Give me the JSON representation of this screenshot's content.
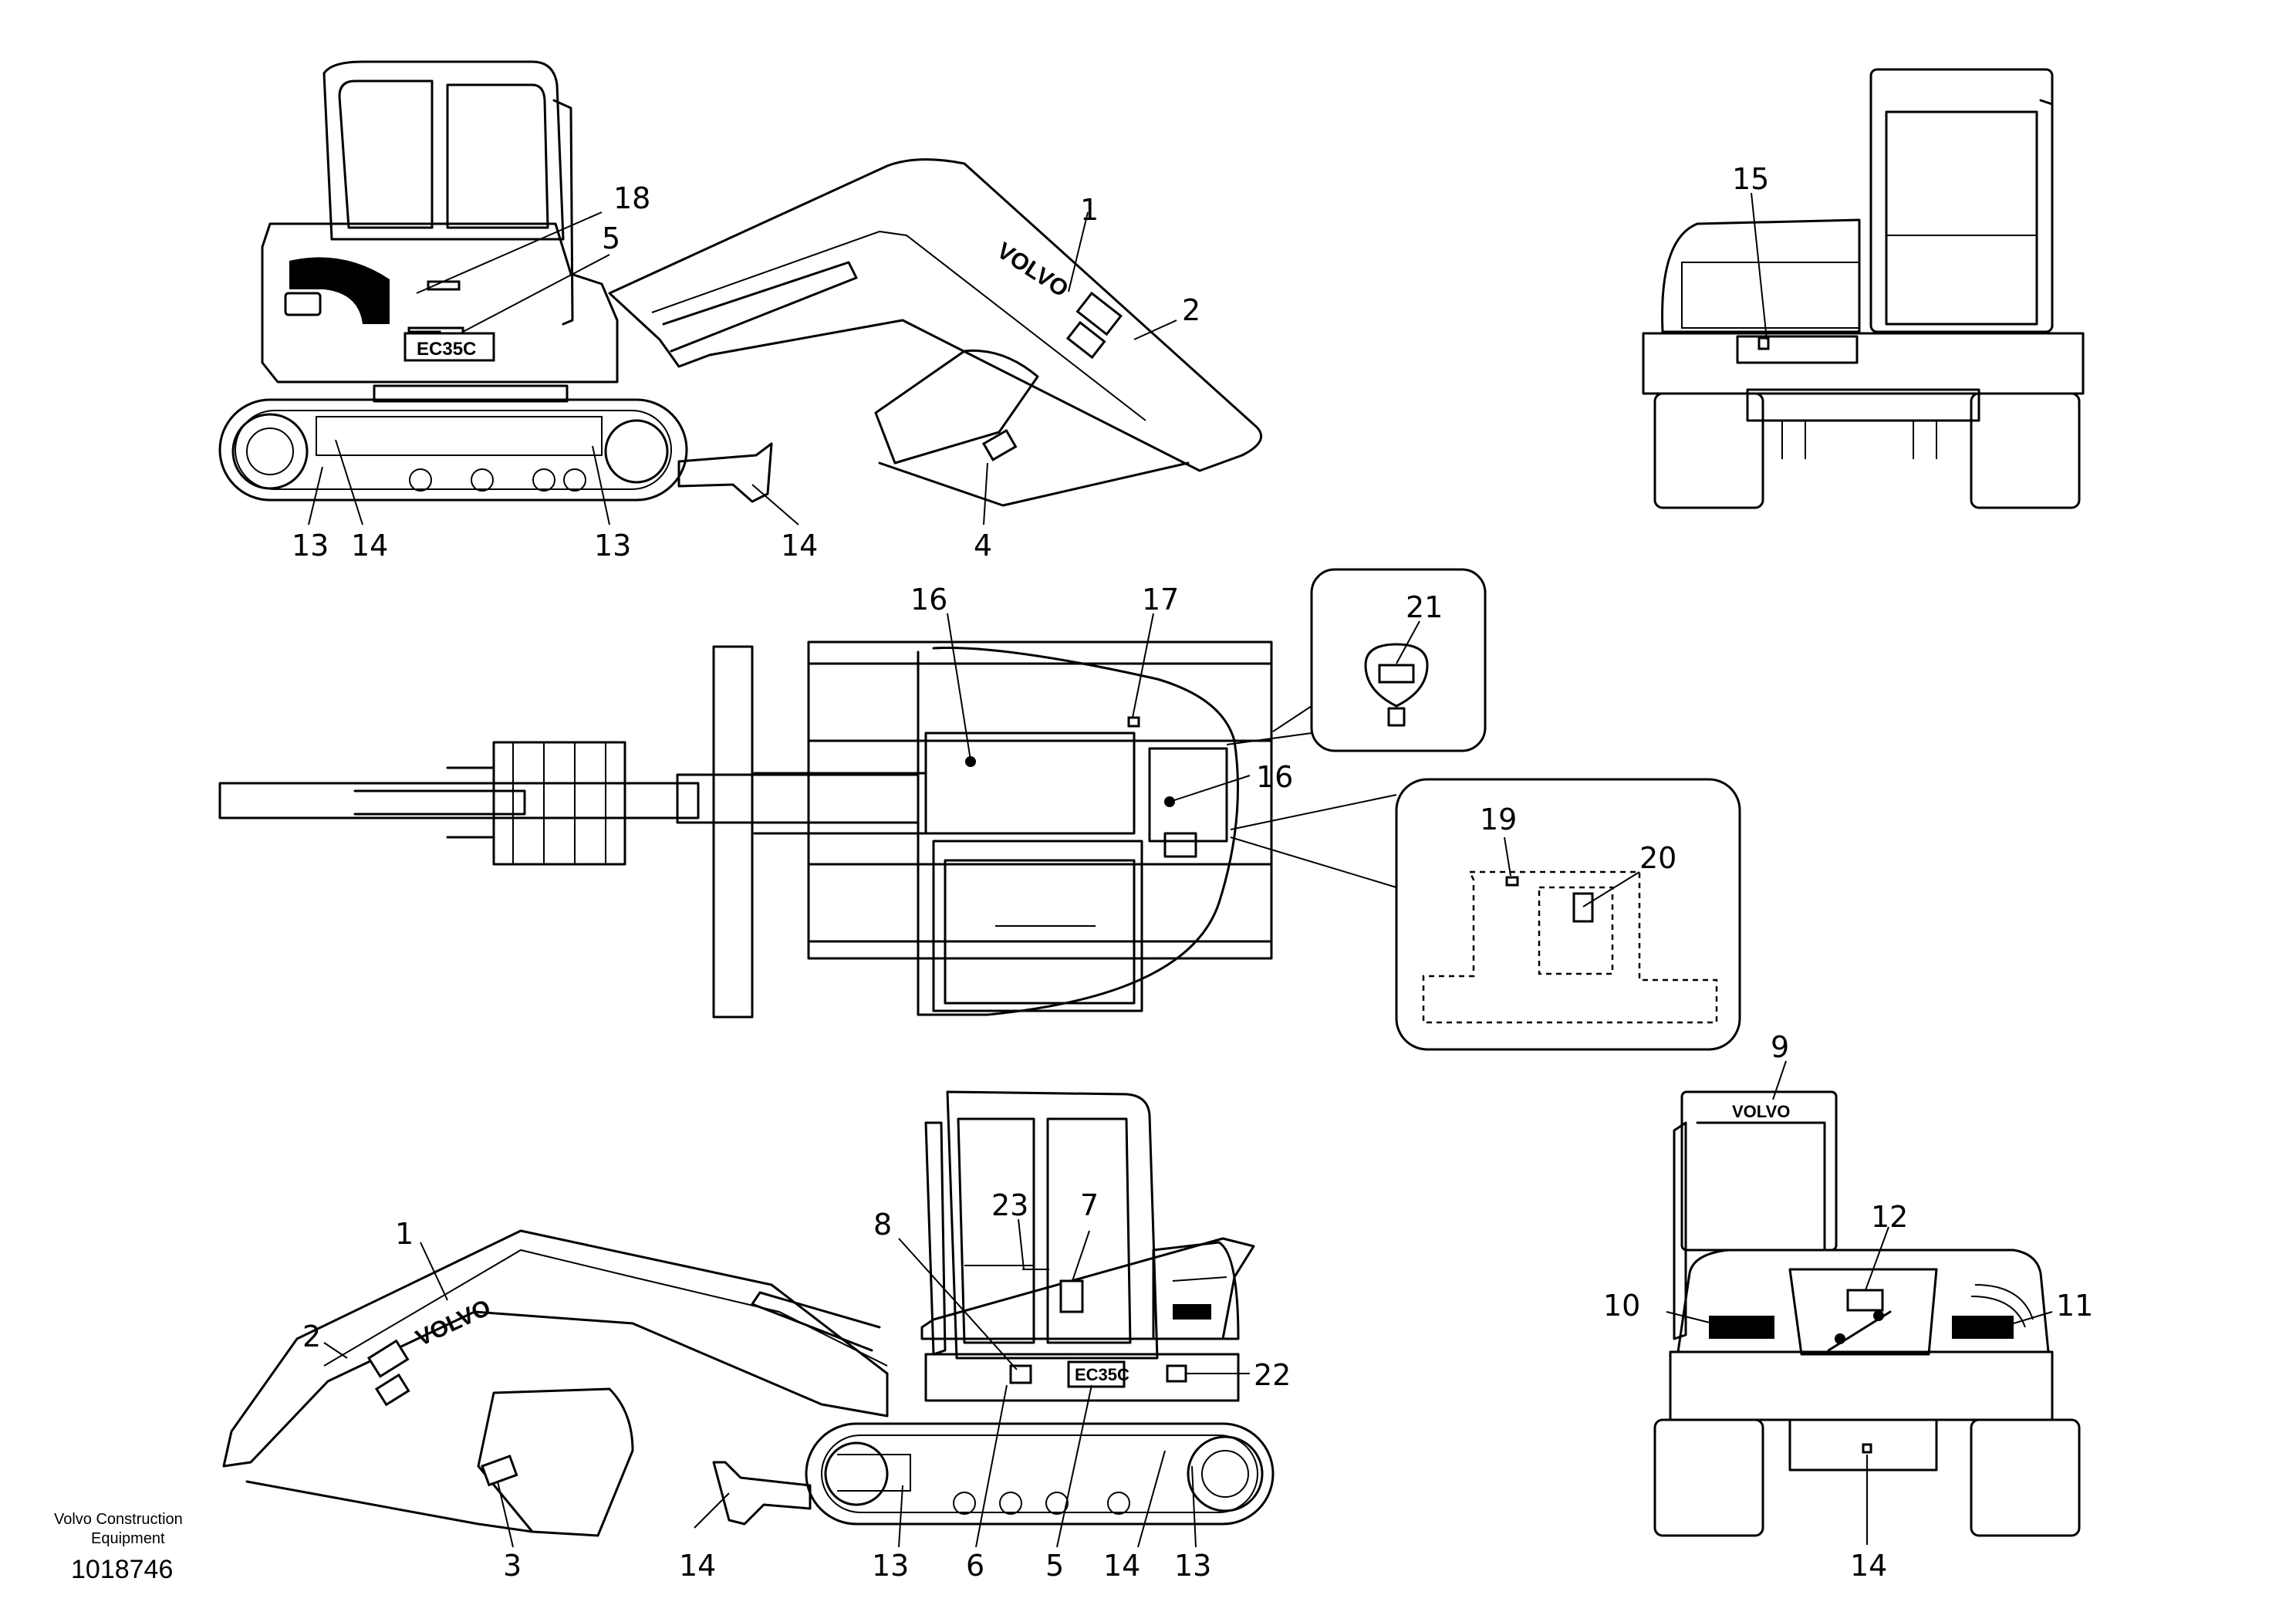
{
  "diagram": {
    "callouts": {
      "c1": "1",
      "c2": "2",
      "c4": "4",
      "c5": "5",
      "c13a": "13",
      "c14a": "14",
      "c13b": "13",
      "c14b": "14",
      "c18": "18",
      "c15": "15",
      "c16a": "16",
      "c17": "17",
      "c16b": "16",
      "c21": "21",
      "c19": "19",
      "c20": "20",
      "c1b": "1",
      "c2b": "2",
      "c3": "3",
      "c14c": "14",
      "c13c": "13",
      "c6": "6",
      "c5b": "5",
      "c14d": "14",
      "c13d": "13",
      "c8": "8",
      "c23": "23",
      "c7": "7",
      "c22": "22",
      "c9": "9",
      "c12": "12",
      "c10": "10",
      "c11": "11",
      "c14e": "14"
    },
    "decals": {
      "boom_brand": "VOLVO",
      "rear_brand": "VOLVO",
      "model_plate": "EC35C"
    },
    "footer": {
      "company_line1": "Volvo Construction",
      "company_line2": "Equipment",
      "drawing_number": "1018746"
    }
  }
}
